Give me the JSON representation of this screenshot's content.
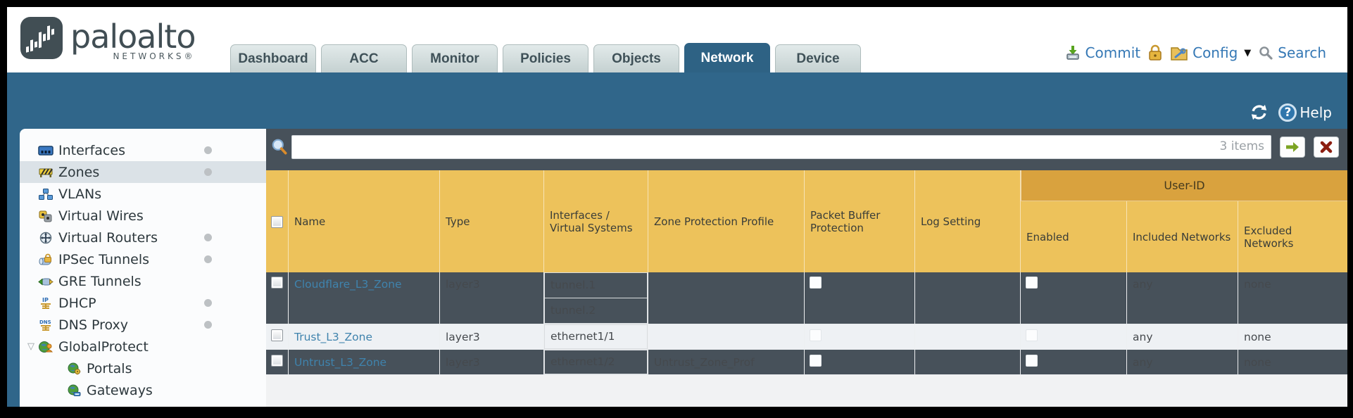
{
  "brand": {
    "name": "paloalto",
    "tagline": "NETWORKS®"
  },
  "nav": {
    "tabs": [
      {
        "label": "Dashboard"
      },
      {
        "label": "ACC"
      },
      {
        "label": "Monitor"
      },
      {
        "label": "Policies"
      },
      {
        "label": "Objects"
      },
      {
        "label": "Network",
        "active": true
      },
      {
        "label": "Device"
      }
    ]
  },
  "utility": {
    "commit": "Commit",
    "config": "Config",
    "search": "Search"
  },
  "band": {
    "help": "Help"
  },
  "sidebar": {
    "items": [
      {
        "label": "Interfaces",
        "icon": "interfaces-icon",
        "dot": true
      },
      {
        "label": "Zones",
        "icon": "zones-icon",
        "dot": true,
        "selected": true
      },
      {
        "label": "VLANs",
        "icon": "vlans-icon"
      },
      {
        "label": "Virtual Wires",
        "icon": "virtual-wires-icon"
      },
      {
        "label": "Virtual Routers",
        "icon": "virtual-routers-icon",
        "dot": true
      },
      {
        "label": "IPSec Tunnels",
        "icon": "ipsec-tunnels-icon",
        "dot": true
      },
      {
        "label": "GRE Tunnels",
        "icon": "gre-tunnels-icon"
      },
      {
        "label": "DHCP",
        "icon": "dhcp-icon",
        "dot": true
      },
      {
        "label": "DNS Proxy",
        "icon": "dns-proxy-icon",
        "dot": true
      },
      {
        "label": "GlobalProtect",
        "icon": "globalprotect-icon",
        "expanded": true
      },
      {
        "label": "Portals",
        "icon": "portals-icon",
        "child": true
      },
      {
        "label": "Gateways",
        "icon": "gateways-icon",
        "child": true
      }
    ]
  },
  "filter": {
    "value": "",
    "count": "3 items"
  },
  "table": {
    "columns": [
      "Name",
      "Type",
      "Interfaces / Virtual Systems",
      "Zone Protection Profile",
      "Packet Buffer Protection",
      "Log Setting"
    ],
    "user_id": {
      "label": "User-ID",
      "columns": [
        "Enabled",
        "Included Networks",
        "Excluded Networks"
      ]
    },
    "rows": [
      {
        "name": "Cloudflare_L3_Zone",
        "type": "layer3",
        "interfaces": [
          "tunnel.1",
          "tunnel.2"
        ],
        "included_networks": "any",
        "excluded_networks": "none"
      },
      {
        "name": "Trust_L3_Zone",
        "type": "layer3",
        "interfaces": [
          "ethernet1/1"
        ],
        "included_networks": "any",
        "excluded_networks": "none"
      },
      {
        "name": "Untrust_L3_Zone",
        "type": "layer3",
        "interfaces": [
          "ethernet1/2"
        ],
        "zone_protection_profile": "Untrust_Zone_Prof",
        "included_networks": "any",
        "excluded_networks": "none"
      }
    ]
  },
  "colors": {
    "teal": "#30668a",
    "header_yellow": "#edc25b",
    "group_orange": "#d9a23e",
    "link_blue": "#3f83ad",
    "action_blue": "#3578b5"
  }
}
